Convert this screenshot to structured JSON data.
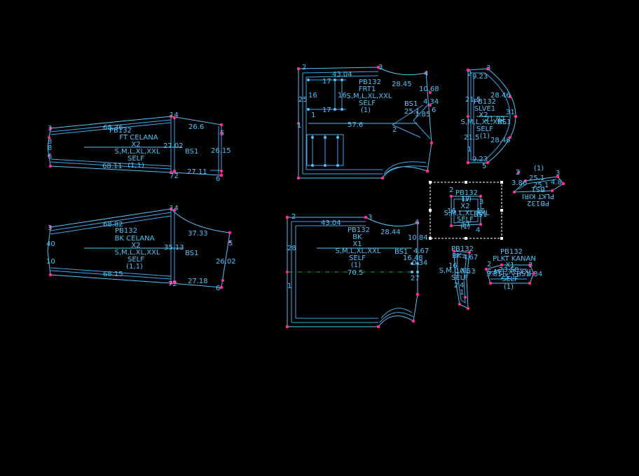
{
  "pieces": {
    "ft_celana": {
      "lines": [
        "PB132",
        "FT CELANA",
        "X2",
        "S,M,L,XL,XXL",
        "SELF",
        "(1,1)"
      ],
      "dims": [
        "68.36",
        "26.6",
        "27.02",
        "26.15",
        "68.11",
        "27.11"
      ],
      "side_num": "BS1",
      "pts": [
        "3",
        "14",
        "5",
        "72",
        "6",
        "6",
        "8",
        "8"
      ]
    },
    "bk_celana": {
      "lines": [
        "PB132",
        "BK CELANA",
        "X2",
        "S,M,L,XL,XXL",
        "SELF",
        "(1,1)"
      ],
      "dims": [
        "68.82",
        "37.33",
        "35.13",
        "26.02",
        "68.15",
        "27.18"
      ],
      "side_num": "BS1",
      "pts": [
        "3",
        "14",
        "5",
        "72",
        "6",
        "40",
        "10"
      ]
    },
    "frt1": {
      "lines": [
        "PB132",
        "FRT1",
        "S,M,L,XL,XXL",
        "SELF",
        "(1)"
      ],
      "dims": [
        "43.04",
        "17",
        "28.45",
        "10.68",
        "16",
        "16",
        "25",
        "17",
        "25.1",
        "1.85",
        "4.34",
        "57.6"
      ],
      "side_num": "BS1",
      "pts": [
        "2",
        "3",
        "4",
        "6",
        "2",
        "1",
        "1"
      ]
    },
    "bk": {
      "lines": [
        "PB132",
        "BK",
        "X1",
        "S,M,L,XL,XXL",
        "SELF",
        "(1)"
      ],
      "dims": [
        "43.04",
        "28.44",
        "10.84",
        "28",
        "16.48",
        "4.67",
        "0.34",
        "70.5",
        "27"
      ],
      "side_num": "BS1",
      "pts": [
        "2",
        "3",
        "4",
        "1"
      ]
    },
    "slve1": {
      "lines": [
        "PB132",
        "SLVE1",
        "X2",
        "S,M,L,XL,XXL",
        "SELF",
        "(1)"
      ],
      "dims": [
        "9.23",
        "28.46",
        "21.5",
        "21.5",
        "31",
        "28.46",
        "9.23",
        "21.92"
      ],
      "side_num": "BS1",
      "pts": [
        "2",
        "3",
        "1",
        "5"
      ]
    },
    "plkt_kiri": {
      "lines": [
        "PB132",
        "PLKT KIRI",
        "BS1",
        "(1)"
      ],
      "dims": [
        "25.1",
        "3.86",
        "25.1",
        "4.8"
      ],
      "pts": [
        "2",
        "3"
      ]
    },
    "selected": {
      "lines": [
        "PB132",
        "(1)",
        "X2",
        "S,M,L,XL,XXL",
        "SELF",
        "(1)"
      ],
      "dims": [
        "17",
        "16",
        "17",
        "15",
        "BS1"
      ],
      "pts": [
        "2",
        "3",
        "4"
      ]
    },
    "small_bk": {
      "lines": [
        "PB132",
        "BK",
        "S,M,L,XL",
        "SELF"
      ],
      "dims": [
        "4.67",
        "16",
        "10.53",
        "2"
      ],
      "pts": [
        "1",
        "4"
      ]
    },
    "plkt_kanan": {
      "lines": [
        "PB132",
        "PLKT KANAN",
        "X1",
        "S,M,L,XL,XXL",
        "SELF",
        "(1)"
      ],
      "dims": [
        "23.58",
        "25.1",
        "4.34",
        "3.81"
      ],
      "side_num": "BS1",
      "pts": [
        "2",
        "3"
      ]
    }
  },
  "colors": {
    "background": "#000000",
    "outline": "#4fc3f7",
    "points": "#ff2f92",
    "grainline": "#00aa44",
    "selection": "#ffffff"
  }
}
